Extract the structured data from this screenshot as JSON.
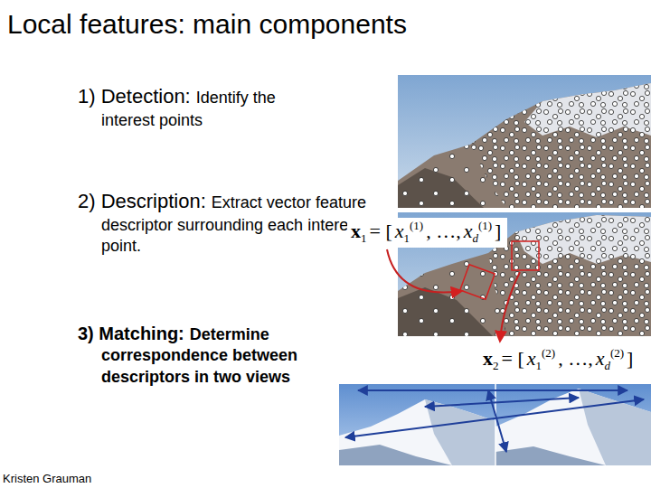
{
  "diagram": {
    "title": "Local features: main components",
    "labels": [
      "1) Detection:",
      "Identify the interest points",
      "2) Description:",
      "Extract vector feature descriptor surrounding each interest point.",
      "x",
      "1",
      "= [",
      "x",
      "1",
      "(1)",
      ", …,",
      "x",
      "d",
      "(1)",
      "]",
      "3) Matching:",
      "Determine correspondence between descriptors in two views",
      "x",
      "2",
      "= [",
      "x",
      "1",
      "(2)",
      ", …,",
      "x",
      "d",
      "(2)",
      "]",
      "Kristen Grauman"
    ]
  }
}
